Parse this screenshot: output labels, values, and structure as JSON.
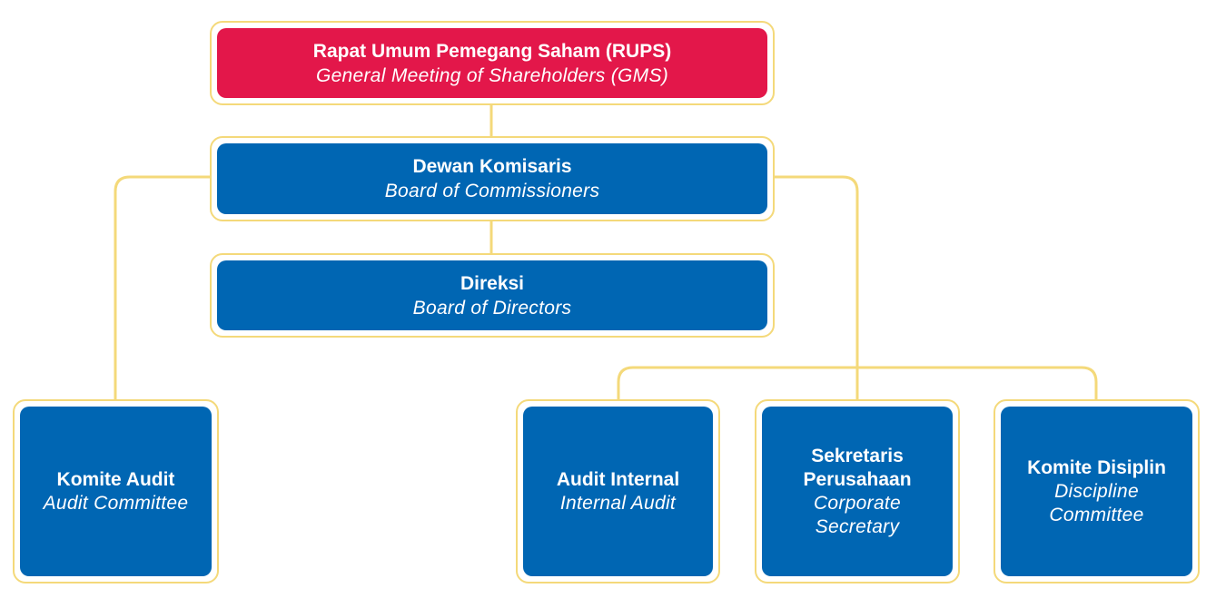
{
  "colors": {
    "primary_box": "#0066B3",
    "top_box": "#E3174A",
    "connector": "#F4D97A",
    "frame": "#F4D97A"
  },
  "nodes": {
    "rups": {
      "title": "Rapat Umum Pemegang Saham (RUPS)",
      "subtitle": "General Meeting of Shareholders (GMS)"
    },
    "commissioners": {
      "title": "Dewan Komisaris",
      "subtitle": "Board of Commissioners"
    },
    "directors": {
      "title": "Direksi",
      "subtitle": "Board of Directors"
    },
    "audit_committee": {
      "title": "Komite Audit",
      "subtitle": "Audit Committee"
    },
    "internal_audit": {
      "title": "Audit Internal",
      "subtitle": "Internal Audit"
    },
    "corporate_secretary": {
      "title_line1": "Sekretaris",
      "title_line2": "Perusahaan",
      "subtitle_line1": "Corporate",
      "subtitle_line2": "Secretary"
    },
    "discipline_committee": {
      "title": "Komite Disiplin",
      "subtitle_line1": "Discipline",
      "subtitle_line2": "Committee"
    }
  }
}
